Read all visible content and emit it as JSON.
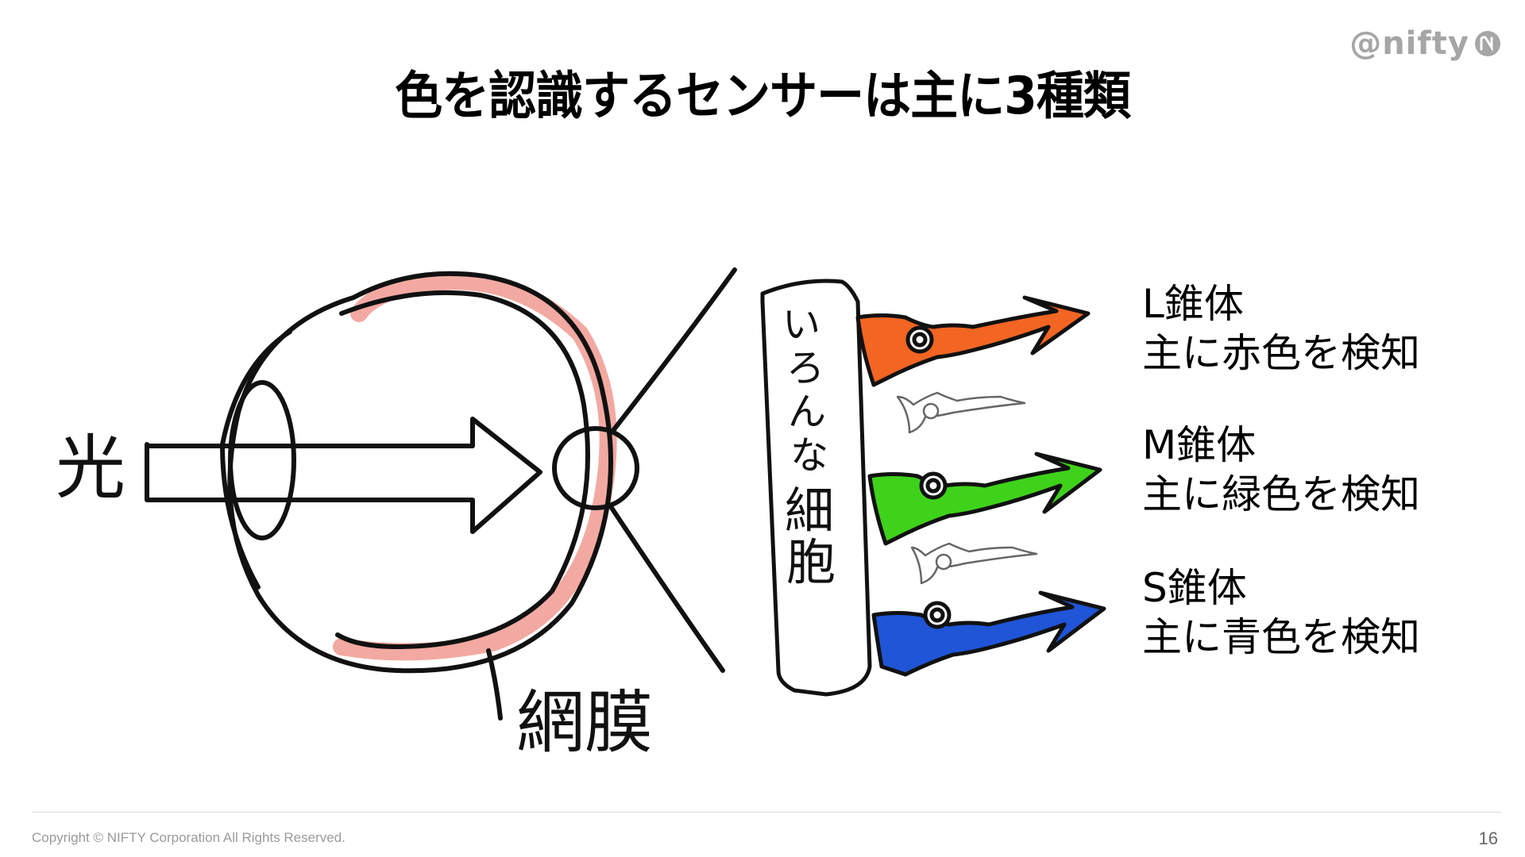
{
  "slide": {
    "title": "色を認識するセンサーは主に3種類",
    "page_number": "16",
    "copyright": "Copyright © NIFTY Corporation All Rights Reserved."
  },
  "logo": {
    "text": "@nifty",
    "icon": "nifty-logo-icon"
  },
  "diagram": {
    "light_label": "光",
    "retina_label": "網膜",
    "cells_label_vertical": [
      "い",
      "ろ",
      "ん",
      "な",
      "細",
      "胞"
    ]
  },
  "cones": [
    {
      "name": "L錐体",
      "description": "主に赤色を検知",
      "color": "#f26522"
    },
    {
      "name": "M錐体",
      "description": "主に緑色を検知",
      "color": "#3fd21b"
    },
    {
      "name": "S錐体",
      "description": "主に青色を検知",
      "color": "#1f55d6"
    }
  ],
  "colors": {
    "retina_fill": "#f2a9a1",
    "outline": "#111111"
  }
}
